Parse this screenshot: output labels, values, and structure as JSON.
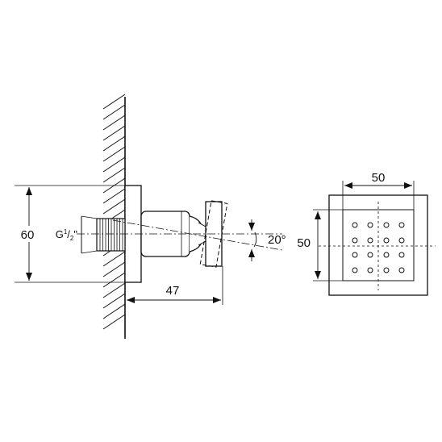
{
  "side_view": {
    "height_label": "60",
    "projection_label": "47",
    "angle_label": "20°",
    "thread_label": "G",
    "thread_num": "1",
    "thread_sep": "/",
    "thread_den": "2",
    "thread_unit": "\""
  },
  "front_view": {
    "width_label": "50",
    "height_label": "50",
    "nozzle_grid": {
      "rows": 4,
      "cols": 4
    }
  },
  "colors": {
    "line": "#111111",
    "background": "#ffffff"
  }
}
